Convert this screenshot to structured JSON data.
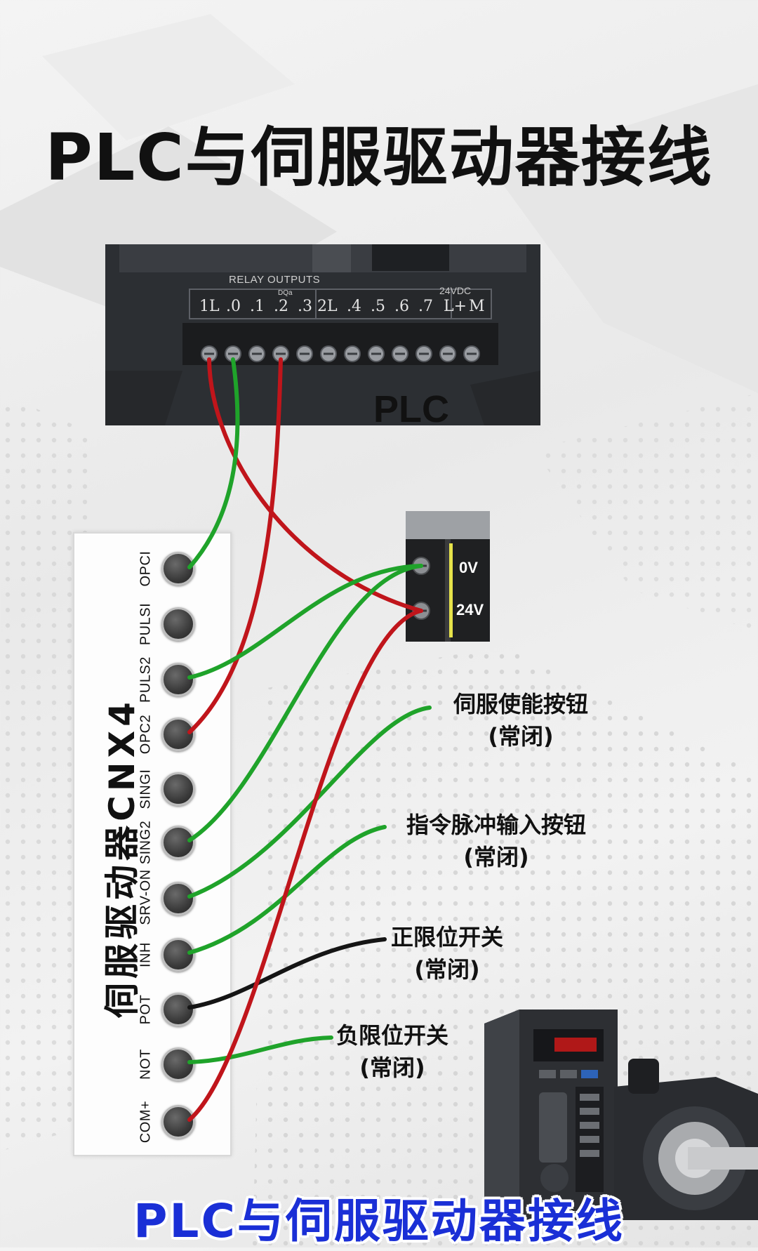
{
  "title": "PLC与伺服驱动器接线",
  "bottom_title": "PLC与伺服驱动器接线",
  "plc": {
    "label": "PLC",
    "relay_outputs": "RELAY OUTPUTS",
    "dq": "DQa",
    "vdc": "24VDC",
    "terminals": [
      "1L",
      ".0",
      ".1",
      ".2",
      ".3",
      "2L",
      ".4",
      ".5",
      ".6",
      ".7",
      "L+",
      "M"
    ]
  },
  "power_supply": {
    "zero_v": "0V",
    "twenty_four_v": "24V"
  },
  "cnx": {
    "title": "伺服驱动器CNX4",
    "pins": [
      "OPCI",
      "PULSI",
      "PULS2",
      "OPC2",
      "SINGI",
      "SING2",
      "SRV-ON",
      "INH",
      "POT",
      "NOT",
      "COM+"
    ]
  },
  "callouts": {
    "servo_enable": "伺服使能按钮",
    "servo_enable_note": "(常闭)",
    "pulse_input": "指令脉冲输入按钮",
    "pulse_input_note": "(常闭)",
    "pos_limit": "正限位开关",
    "pos_limit_note": "(常闭)",
    "neg_limit": "负限位开关",
    "neg_limit_note": "(常闭)"
  },
  "colors": {
    "red_wire": "#c0151b",
    "green_wire": "#1fa32a",
    "black_wire": "#151515",
    "title_blue": "#1a2fd6"
  }
}
